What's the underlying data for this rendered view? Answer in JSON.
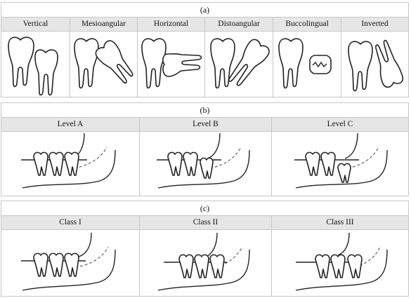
{
  "panel_a": {
    "label": "(a)",
    "items": [
      {
        "name": "Vertical"
      },
      {
        "name": "Mesioangular"
      },
      {
        "name": "Horizontal"
      },
      {
        "name": "Distoangular"
      },
      {
        "name": "Buccolingual"
      },
      {
        "name": "Inverted"
      }
    ]
  },
  "panel_b": {
    "label": "(b)",
    "items": [
      {
        "name": "Level A"
      },
      {
        "name": "Level B"
      },
      {
        "name": "Level C"
      }
    ]
  },
  "panel_c": {
    "label": "(c)",
    "items": [
      {
        "name": "Class I"
      },
      {
        "name": "Class II"
      },
      {
        "name": "Class III"
      }
    ]
  },
  "colors": {
    "border": "#c7c7c7",
    "label_bg": "#e6e6e6",
    "stroke": "#222222"
  }
}
